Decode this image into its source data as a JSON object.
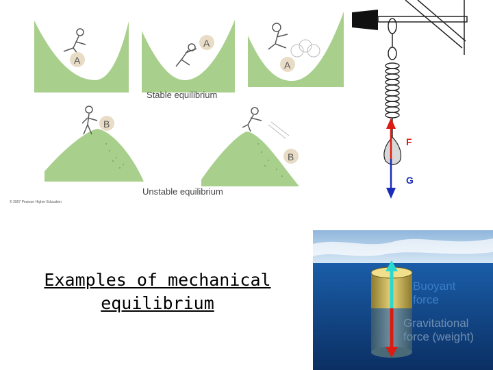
{
  "equilibrium": {
    "stable_caption": "Stable equilibrium",
    "unstable_caption": "Unstable equilibrium",
    "copyright": "© 2007 Pearson Higher Education",
    "marker_a": "A",
    "marker_b": "B"
  },
  "spring": {
    "force_up_label": "F",
    "force_down_label": "G"
  },
  "title": {
    "line1": "Examples of mechanical",
    "line2": "equilibrium"
  },
  "buoyancy": {
    "buoyant_line1": "Buoyant",
    "buoyant_line2": "force",
    "gravity_line1": "Gravitational",
    "gravity_line2": "force (weight)"
  },
  "colors": {
    "hill_green": "#a8cf8c",
    "marker_bg": "#e8dcc6",
    "force_red": "#dd1a10",
    "force_blue": "#1a2bb8",
    "water_dark": "#0e3f7e",
    "buoyant_cyan": "#29d9d0"
  }
}
